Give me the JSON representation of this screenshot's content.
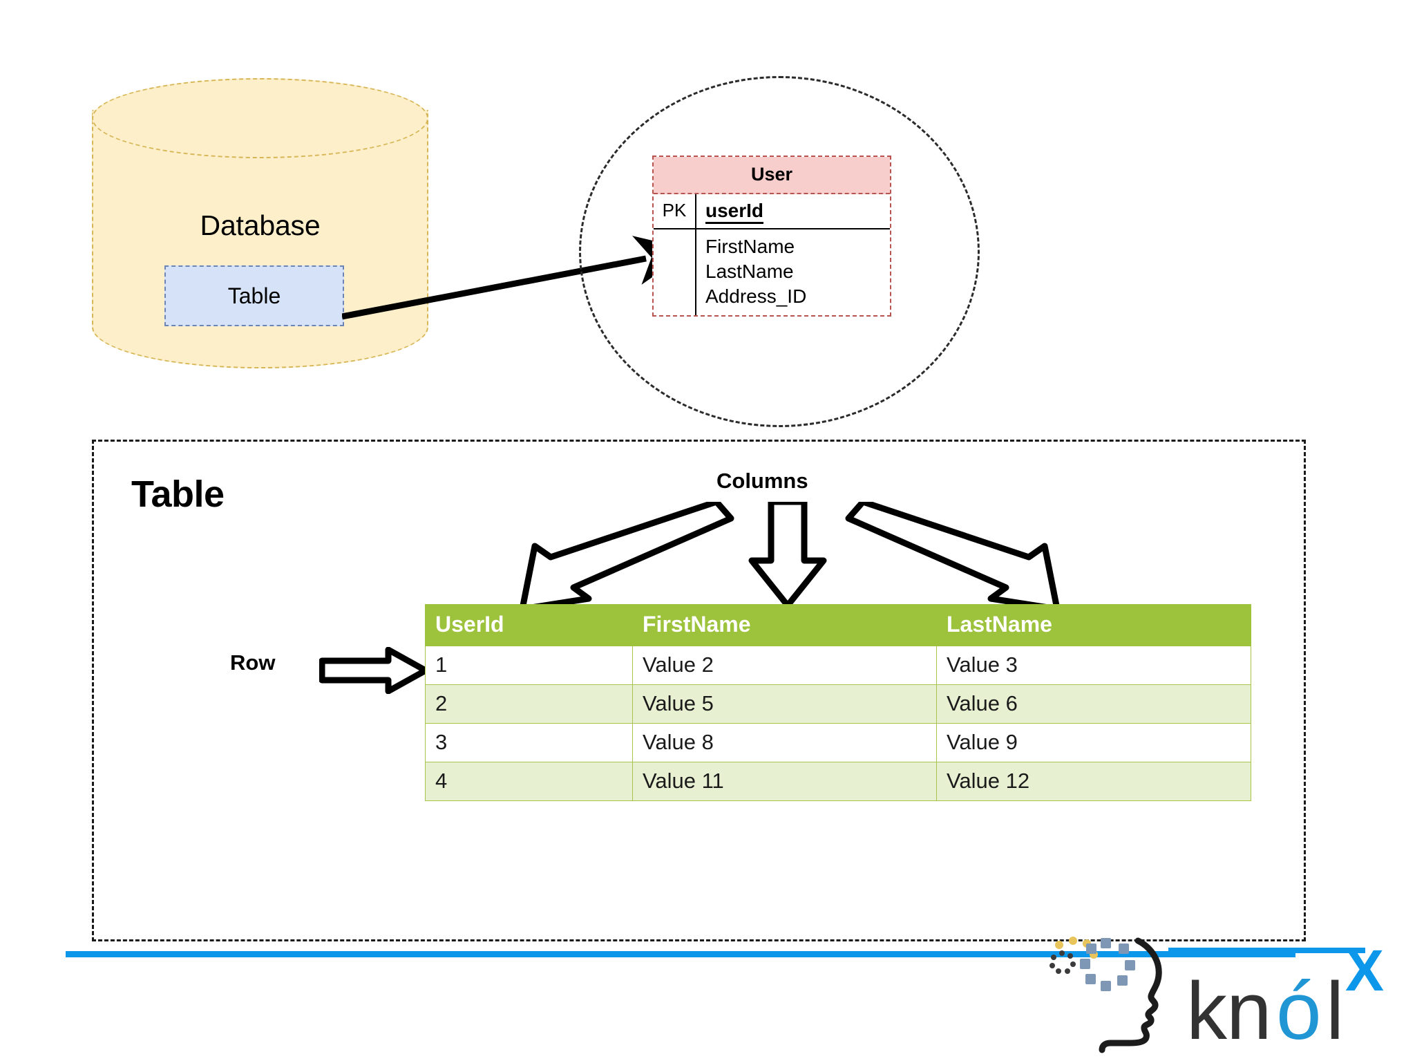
{
  "database": {
    "label": "Database",
    "table_box_label": "Table",
    "fill_color": "#FDEFC9",
    "stroke_color": "#D6B656",
    "table_box_fill": "#D6E2F8",
    "table_box_stroke": "#6B83B5"
  },
  "entity": {
    "title": "User",
    "header_fill": "#F8CECC",
    "header_stroke": "#B85450",
    "pk_tag": "PK",
    "pk_field": "userId",
    "fields": [
      "FirstName",
      "LastName",
      "Address_ID"
    ]
  },
  "table_panel": {
    "title": "Table",
    "columns_label": "Columns",
    "row_label": "Row",
    "header_fill": "#9DC23B",
    "alt_row_fill": "#E8F0D2",
    "border_color": "#A6C44E"
  },
  "data_table": {
    "columns": [
      "UserId",
      "FirstName",
      "LastName"
    ],
    "rows": [
      [
        "1",
        "Value 2",
        "Value 3"
      ],
      [
        "2",
        "Value 5",
        "Value 6"
      ],
      [
        "3",
        "Value 8",
        "Value 9"
      ],
      [
        "4",
        "Value 11",
        "Value 12"
      ]
    ]
  },
  "footer": {
    "rule_color": "#0C97EA",
    "brand_k": "k",
    "brand_n": "n",
    "brand_o": "ó",
    "brand_l": "l",
    "brand_x": "X",
    "brand_dark": "#333333",
    "brand_blue": "#2196D4"
  }
}
